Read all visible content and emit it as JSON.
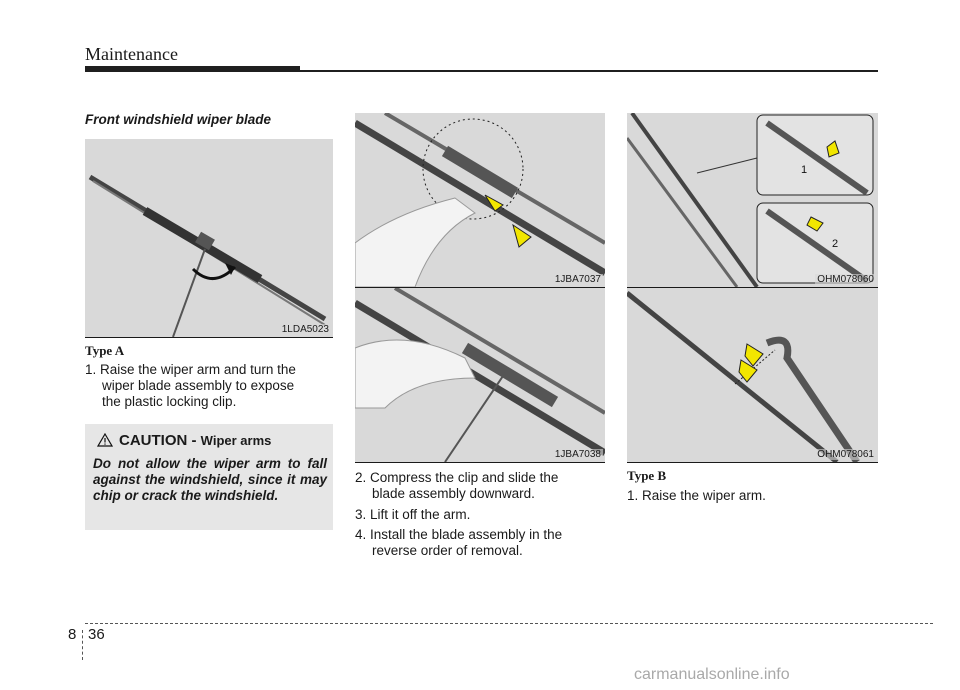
{
  "header": {
    "title": "Maintenance"
  },
  "section": {
    "title": "Front windshield wiper blade"
  },
  "figures": {
    "fig1": {
      "code": "1LDA5023"
    },
    "fig2": {
      "code": "1JBA7037"
    },
    "fig3": {
      "code": "1JBA7038"
    },
    "fig4": {
      "code": "OHM078060",
      "callout1": "1",
      "callout2": "2"
    },
    "fig5": {
      "code": "OHM078061"
    }
  },
  "type_a": {
    "label": "Type A",
    "step1_num": "1.",
    "step1_line1": "Raise the wiper arm and turn the",
    "step1_line2": "wiper blade assembly to expose",
    "step1_line3": "the plastic locking clip."
  },
  "caution": {
    "title": "CAUTION -",
    "subtitle": "Wiper arms",
    "text": "Do not allow the wiper arm to fall against the windshield, since it may chip or crack the windshield."
  },
  "steps_middle": {
    "step2_num": "2.",
    "step2_line1": "Compress the clip and slide the",
    "step2_line2": "blade assembly downward.",
    "step3_num": "3.",
    "step3_text": "Lift it off the arm.",
    "step4_num": "4.",
    "step4_line1": "Install the blade assembly in the",
    "step4_line2": "reverse order of removal."
  },
  "type_b": {
    "label": "Type B",
    "step1_num": "1.",
    "step1_text": "Raise the wiper arm."
  },
  "footer": {
    "chapter": "8",
    "page": "36",
    "watermark": "carmanualsonline.info"
  },
  "colors": {
    "figure_bg": "#d9d9d9",
    "arrow_yellow": "#f2e600",
    "caution_bg": "#e6e6e6"
  }
}
